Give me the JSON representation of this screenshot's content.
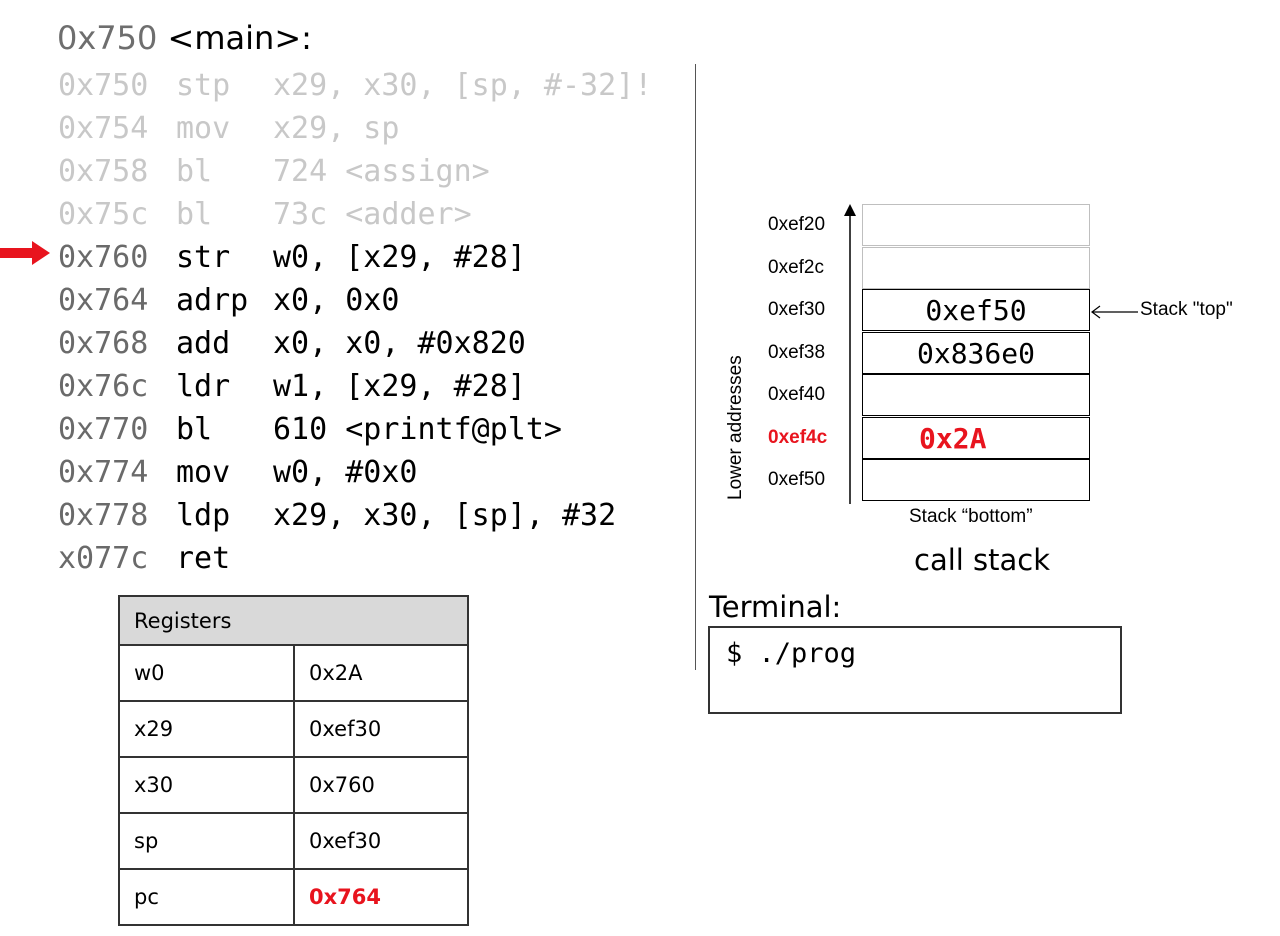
{
  "header": {
    "address": "0x750",
    "label": "<main>:"
  },
  "code": [
    {
      "addr": "0x750",
      "op": "stp",
      "args": "x29, x30, [sp, #-32]!",
      "state": "faded"
    },
    {
      "addr": "0x754",
      "op": "mov",
      "args": "x29, sp",
      "state": "faded"
    },
    {
      "addr": "0x758",
      "op": "bl",
      "args": "724 <assign>",
      "state": "faded"
    },
    {
      "addr": "0x75c",
      "op": "bl",
      "args": "73c <adder>",
      "state": "faded"
    },
    {
      "addr": "0x760",
      "op": "str",
      "args": "w0, [x29, #28]",
      "state": "active"
    },
    {
      "addr": "0x764",
      "op": "adrp",
      "args": "x0, 0x0",
      "state": "active"
    },
    {
      "addr": "0x768",
      "op": "add",
      "args": "x0, x0, #0x820",
      "state": "active"
    },
    {
      "addr": "0x76c",
      "op": "ldr",
      "args": "w1, [x29, #28]",
      "state": "active"
    },
    {
      "addr": "0x770",
      "op": "bl",
      "args": "610 <printf@plt>",
      "state": "active"
    },
    {
      "addr": "0x774",
      "op": "mov",
      "args": "w0, #0x0",
      "state": "active"
    },
    {
      "addr": "0x778",
      "op": "ldp",
      "args": "x29, x30, [sp], #32",
      "state": "active"
    },
    {
      "addr": "x077c",
      "op": "ret",
      "args": "",
      "state": "active"
    }
  ],
  "pc_arrow_line": 4,
  "registers": {
    "title": "Registers",
    "rows": [
      {
        "name": "w0",
        "value": "0x2A"
      },
      {
        "name": "x29",
        "value": "0xef30"
      },
      {
        "name": "x30",
        "value": "0x760"
      },
      {
        "name": "sp",
        "value": "0xef30"
      },
      {
        "name": "pc",
        "value": "0x764",
        "highlight": true
      }
    ]
  },
  "stack": {
    "axis_label": "Lower addresses",
    "slots": [
      {
        "addr": "0xef20",
        "value": "",
        "style": "dim"
      },
      {
        "addr": "0xef2c",
        "value": "",
        "style": "dim"
      },
      {
        "addr": "0xef30",
        "value": "0xef50",
        "style": "solid"
      },
      {
        "addr": "0xef38",
        "value": "0x836e0",
        "style": "solid"
      },
      {
        "addr": "0xef40",
        "value": "",
        "style": "solid"
      },
      {
        "addr": "0xef4c",
        "value": "0x2A",
        "style": "solid",
        "highlight": true
      },
      {
        "addr": "0xef50",
        "value": "",
        "style": "solid"
      }
    ],
    "top_label": "Stack \"top\"",
    "bottom_label": "Stack “bottom”",
    "title": "call stack"
  },
  "terminal": {
    "title": "Terminal:",
    "text": "$ ./prog"
  },
  "colors": {
    "highlight": "#e8141e",
    "faded": "#c8c8c8",
    "table_header": "#d9d9d9"
  }
}
